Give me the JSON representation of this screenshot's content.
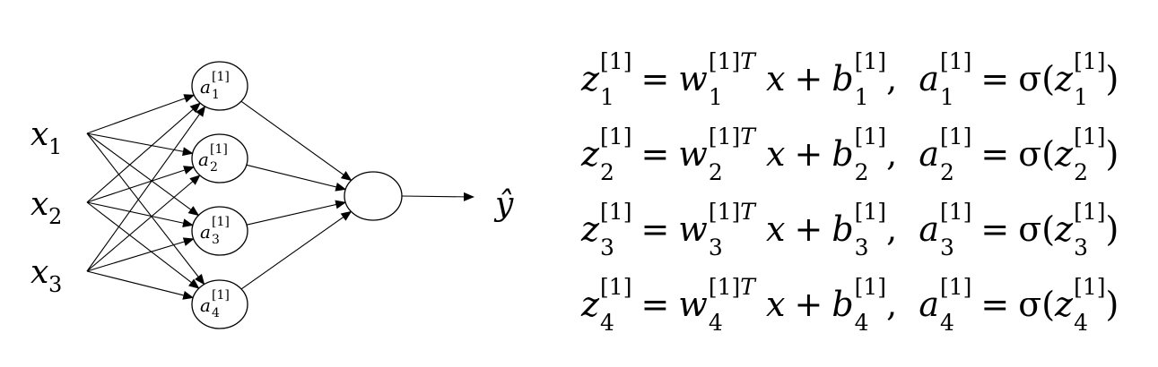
{
  "inputs": [
    {
      "var": "x",
      "sub": "1"
    },
    {
      "var": "x",
      "sub": "2"
    },
    {
      "var": "x",
      "sub": "3"
    }
  ],
  "hidden_nodes": [
    {
      "var": "a",
      "sup": "[1]",
      "sub": "1"
    },
    {
      "var": "a",
      "sup": "[1]",
      "sub": "2"
    },
    {
      "var": "a",
      "sup": "[1]",
      "sub": "3"
    },
    {
      "var": "a",
      "sup": "[1]",
      "sub": "4"
    }
  ],
  "output": {
    "label": "ŷ"
  },
  "equations": [
    {
      "z": "z",
      "w": "w",
      "T": "T",
      "x": "x",
      "b": "b",
      "a": "a",
      "sigma": "σ",
      "sup": "[1]",
      "sub": "1"
    },
    {
      "z": "z",
      "w": "w",
      "T": "T",
      "x": "x",
      "b": "b",
      "a": "a",
      "sigma": "σ",
      "sup": "[1]",
      "sub": "2"
    },
    {
      "z": "z",
      "w": "w",
      "T": "T",
      "x": "x",
      "b": "b",
      "a": "a",
      "sigma": "σ",
      "sup": "[1]",
      "sub": "3"
    },
    {
      "z": "z",
      "w": "w",
      "T": "T",
      "x": "x",
      "b": "b",
      "a": "a",
      "sigma": "σ",
      "sup": "[1]",
      "sub": "4"
    }
  ],
  "operators": {
    "equals": "=",
    "plus": "+",
    "comma": ",",
    "lparen": "(",
    "rparen": ")"
  }
}
